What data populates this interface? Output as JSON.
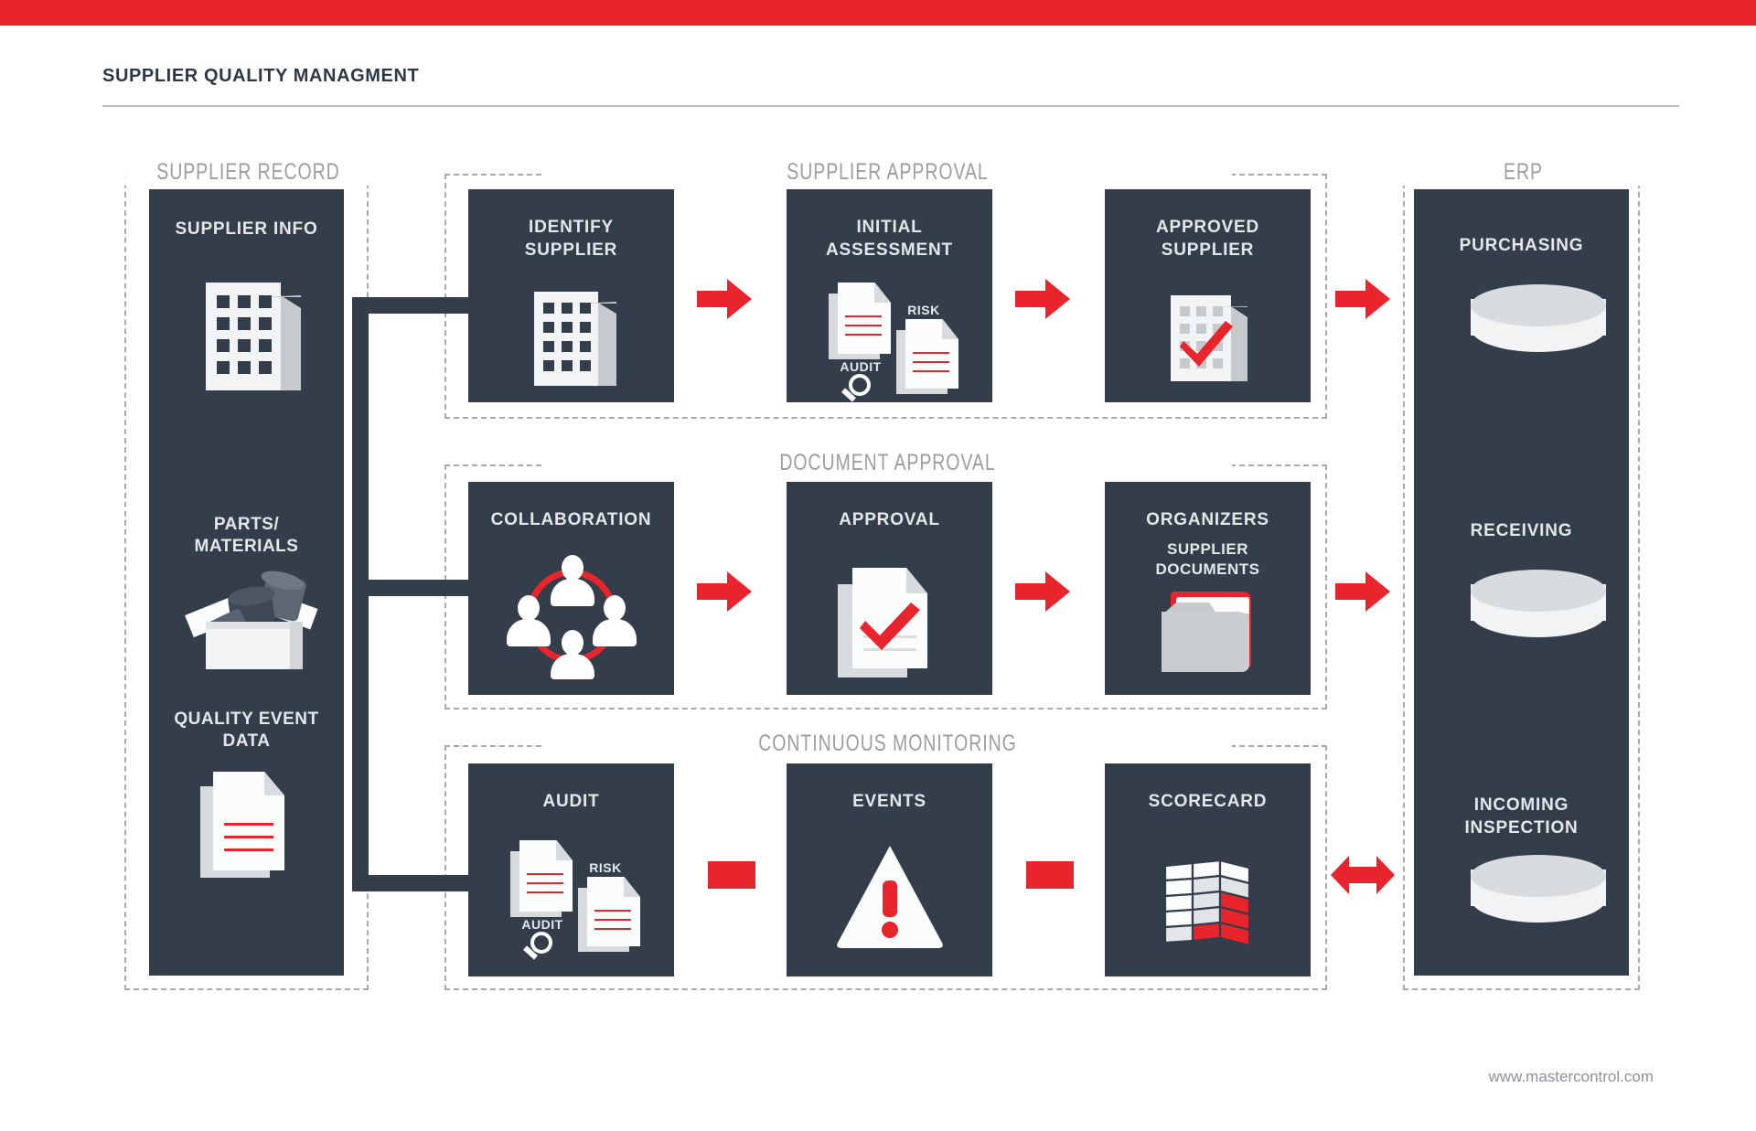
{
  "page": {
    "title": "SUPPLIER QUALITY MANAGMENT",
    "footer_url": "www.mastercontrol.com",
    "accent_red": "#e8242d",
    "card_dark": "#343e4a",
    "dash_grey": "#a7aaae",
    "label_grey": "#9a9ea3"
  },
  "groups": [
    {
      "id": "supplier-record",
      "label": "SUPPLIER RECORD"
    },
    {
      "id": "supplier-approval",
      "label": "SUPPLIER APPROVAL"
    },
    {
      "id": "document-approval",
      "label": "DOCUMENT APPROVAL"
    },
    {
      "id": "continuous-monitoring",
      "label": "CONTINUOUS MONITORING"
    },
    {
      "id": "erp",
      "label": "ERP"
    }
  ],
  "supplier_record": {
    "cards": [
      {
        "title": "SUPPLIER INFO",
        "icon": "building-icon"
      },
      {
        "title": "PARTS/\nMATERIALS",
        "title_line1": "PARTS/",
        "title_line2": "MATERIALS",
        "icon": "open-box-parts-icon"
      },
      {
        "title": "QUALITY EVENT DATA",
        "title_line1": "QUALITY EVENT",
        "title_line2": "DATA",
        "icon": "document-icon"
      }
    ]
  },
  "supplier_approval": {
    "cards": [
      {
        "title_line1": "IDENTIFY",
        "title_line2": "SUPPLIER",
        "icon": "building-icon"
      },
      {
        "title_line1": "INITIAL",
        "title_line2": "ASSESSMENT",
        "icon": "audit-risk-docs-icon",
        "icon_labels": {
          "audit": "AUDIT",
          "risk": "RISK"
        }
      },
      {
        "title_line1": "APPROVED",
        "title_line2": "SUPPLIER",
        "icon": "approved-building-check-icon"
      }
    ],
    "connectors": [
      "arrow-right-icon",
      "arrow-right-icon",
      "arrow-right-icon"
    ]
  },
  "document_approval": {
    "cards": [
      {
        "title_line1": "COLLABORATION",
        "title_line2": "",
        "icon": "collaboration-people-icon"
      },
      {
        "title_line1": "APPROVAL",
        "title_line2": "",
        "icon": "document-approved-check-icon"
      },
      {
        "title_line1": "ORGANIZERS",
        "title_line2": "",
        "sub_line1": "SUPPLIER",
        "sub_line2": "DOCUMENTS",
        "icon": "folder-documents-icon"
      }
    ],
    "connectors": [
      "arrow-right-icon",
      "arrow-right-icon",
      "arrow-right-icon"
    ]
  },
  "continuous_monitoring": {
    "cards": [
      {
        "title_line1": "AUDIT",
        "title_line2": "",
        "icon": "audit-risk-docs-icon",
        "icon_labels": {
          "audit": "AUDIT",
          "risk": "RISK"
        }
      },
      {
        "title_line1": "EVENTS",
        "title_line2": "",
        "icon": "warning-triangle-icon"
      },
      {
        "title_line1": "SCORECARD",
        "title_line2": "",
        "icon": "scorecard-grid-icon"
      }
    ],
    "connectors": [
      "red-bar-icon",
      "red-bar-icon",
      "arrow-left-right-icon"
    ]
  },
  "erp": {
    "cards": [
      {
        "title_line1": "PURCHASING",
        "title_line2": "",
        "icon": "database-cylinder-icon"
      },
      {
        "title_line1": "RECEIVING",
        "title_line2": "",
        "icon": "database-cylinder-icon"
      },
      {
        "title_line1": "INCOMING",
        "title_line2": "INSPECTION",
        "icon": "database-cylinder-icon"
      }
    ]
  }
}
